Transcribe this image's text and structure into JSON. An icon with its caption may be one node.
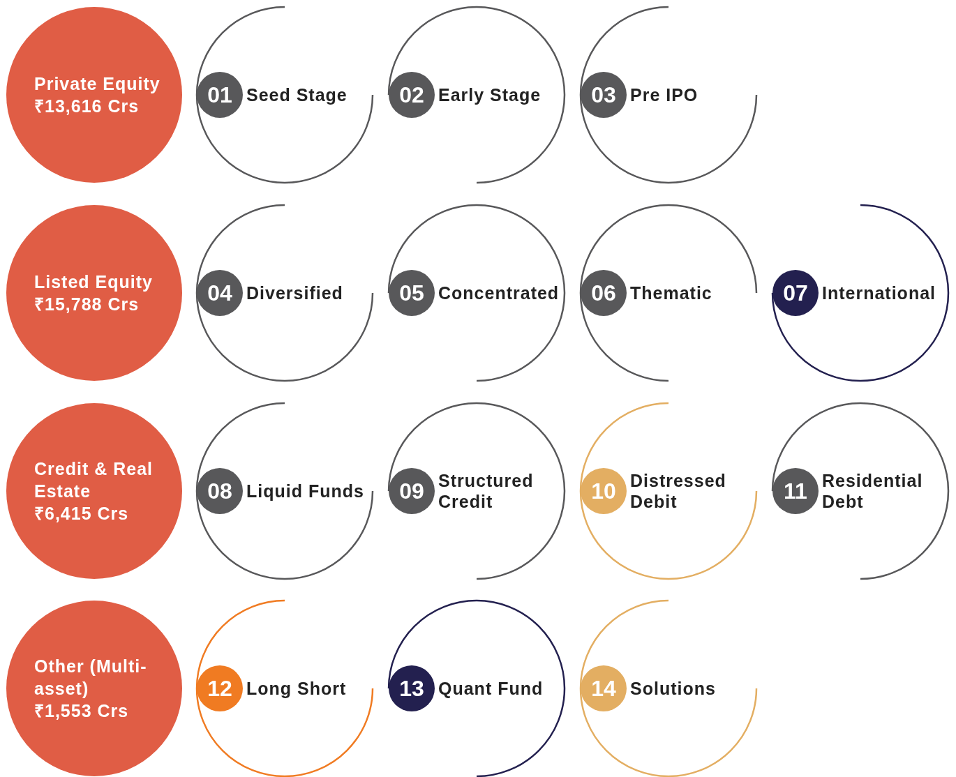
{
  "diagram": {
    "nodes": [
      {
        "text": [
          "Private Equity",
          "₹13,616 Crs"
        ]
      },
      {
        "text": [
          "01",
          "Seed Stage"
        ]
      },
      {
        "text": [
          "02",
          "Early Stage"
        ]
      },
      {
        "text": [
          "03",
          "Pre IPO"
        ]
      },
      {
        "text": [
          "Listed Equity",
          "₹15,788 Crs"
        ]
      },
      {
        "text": [
          "04",
          "Diversified"
        ]
      },
      {
        "text": [
          "05",
          "Concentrated"
        ]
      },
      {
        "text": [
          "06",
          "Thematic"
        ]
      },
      {
        "text": [
          "07",
          "International"
        ]
      },
      {
        "text": [
          "Credit & Real  Estate",
          "₹6,415 Crs"
        ]
      },
      {
        "text": [
          "08",
          "Liquid Funds"
        ]
      },
      {
        "text": [
          "09",
          "Structured Credit"
        ]
      },
      {
        "text": [
          "10",
          "Distressed Debit"
        ]
      },
      {
        "text": [
          "11",
          "Residential Debt"
        ]
      },
      {
        "text": [
          "Other (Multi-asset)",
          "₹1,553 Crs"
        ]
      },
      {
        "text": [
          "12",
          "Long Short"
        ]
      },
      {
        "text": [
          "13",
          "Quant Fund"
        ]
      },
      {
        "text": [
          "14",
          "Solutions"
        ]
      }
    ]
  }
}
